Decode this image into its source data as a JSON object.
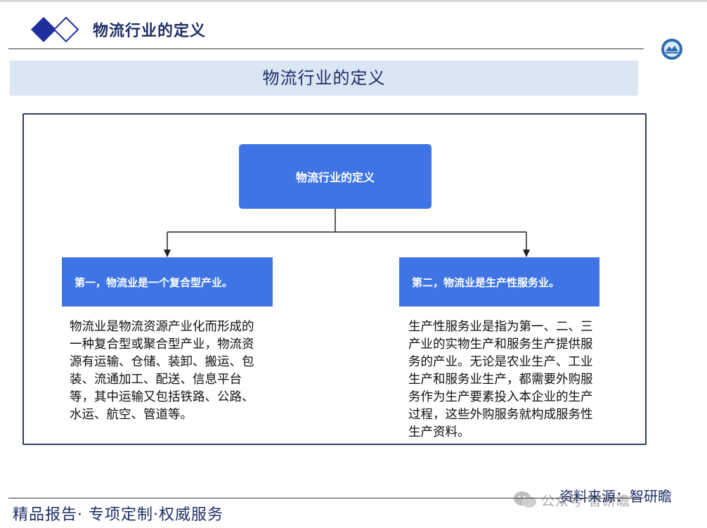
{
  "header": {
    "title": "物流行业的定义"
  },
  "banner": {
    "title": "物流行业的定义"
  },
  "diagram": {
    "root": "物流行业的定义",
    "branches": [
      {
        "heading": "第一，物流业是一个复合型产业。",
        "body": "物流业是物流资源产业化而形成的一种复合型或聚合型产业，物流资源有运输、仓储、装卸、搬运、包装、流通加工、配送、信息平台等，其中运输又包括铁路、公路、水运、航空、管道等。"
      },
      {
        "heading": "第二，物流业是生产性服务业。",
        "body": "生产性服务业是指为第一、二、三产业的实物生产和服务生产提供服务的产业。无论是农业生产、工业生产和服务业生产，都需要外购服务作为生产要素投入本企业的生产过程，这些外购服务就构成服务性生产资料。"
      }
    ]
  },
  "footer": {
    "slogan": "精品报告· 专项定制·权威服务",
    "source": "资料来源：智研瞻",
    "watermark": "公众号·智研瞻"
  },
  "colors": {
    "node_blue": "#3e74e4",
    "banner_bg": "#dbe6f5",
    "title_navy": "#1f2f67",
    "frame_border": "#2f3d63"
  },
  "icons": {
    "logo": "diamond-logo-icon",
    "badge": "round-badge-icon",
    "watermark": "wechat-icon"
  }
}
